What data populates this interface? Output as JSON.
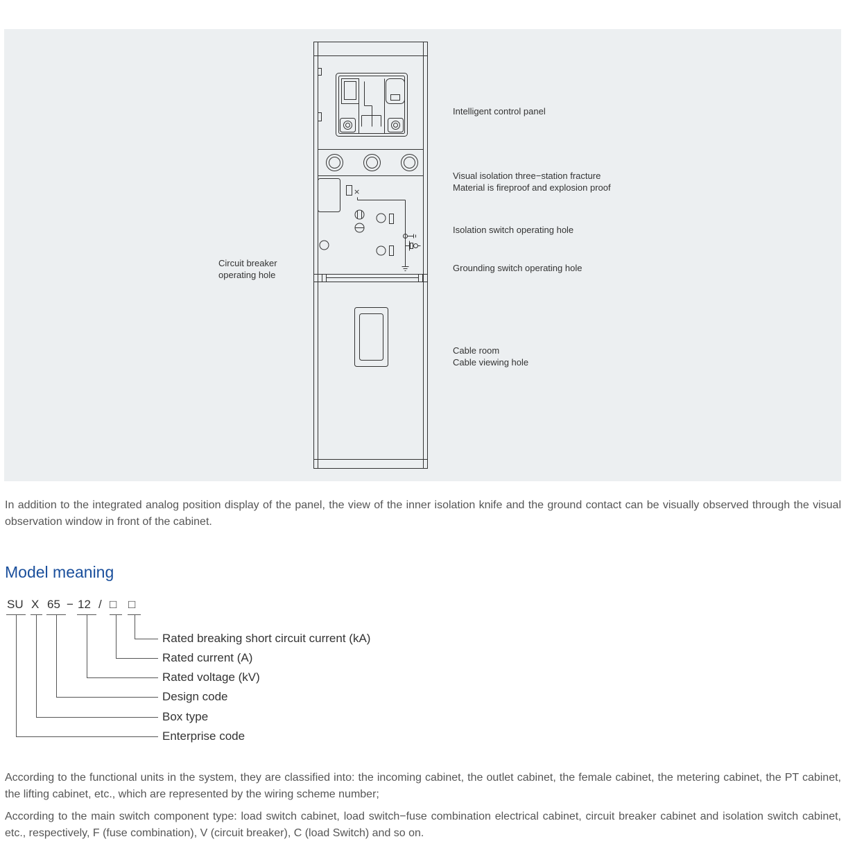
{
  "diagram": {
    "labels": {
      "intelligent_control_panel": "Intelligent control panel",
      "visual_isolation_line1": "Visual isolation three−station fracture",
      "visual_isolation_line2": "Material is fireproof and explosion proof",
      "isolation_switch_hole": "Isolation switch operating hole",
      "grounding_switch_hole": "Grounding switch operating hole",
      "cable_room_line1": "Cable room",
      "cable_room_line2": "Cable viewing hole",
      "circuit_breaker_line1": "Circuit breaker",
      "circuit_breaker_line2": "operating hole"
    }
  },
  "intro_paragraph": "In addition to the integrated analog position display of the panel, the view of the inner isolation knife and the ground contact can be visually observed through the visual observation window in front of the cabinet.",
  "model": {
    "title": "Model meaning",
    "code_parts": [
      "SU",
      "X",
      "65",
      "−",
      "12",
      "/",
      "□",
      "□"
    ],
    "legend": [
      "Rated breaking short circuit current (kA)",
      "Rated current (A)",
      "Rated voltage (kV)",
      "Design code",
      "Box type",
      "Enterprise code"
    ]
  },
  "classification_paragraphs": [
    "According to the functional units in the system, they are classified into: the incoming cabinet, the outlet cabinet, the female cabinet, the metering cabinet, the PT cabinet, the lifting cabinet, etc., which are represented by the wiring scheme number;",
    "According to the main switch component type: load switch cabinet, load switch−fuse combination electrical cabinet, circuit breaker cabinet and isolation switch cabinet, etc., respectively, F (fuse combination), V (circuit breaker), C (load Switch) and so on."
  ]
}
